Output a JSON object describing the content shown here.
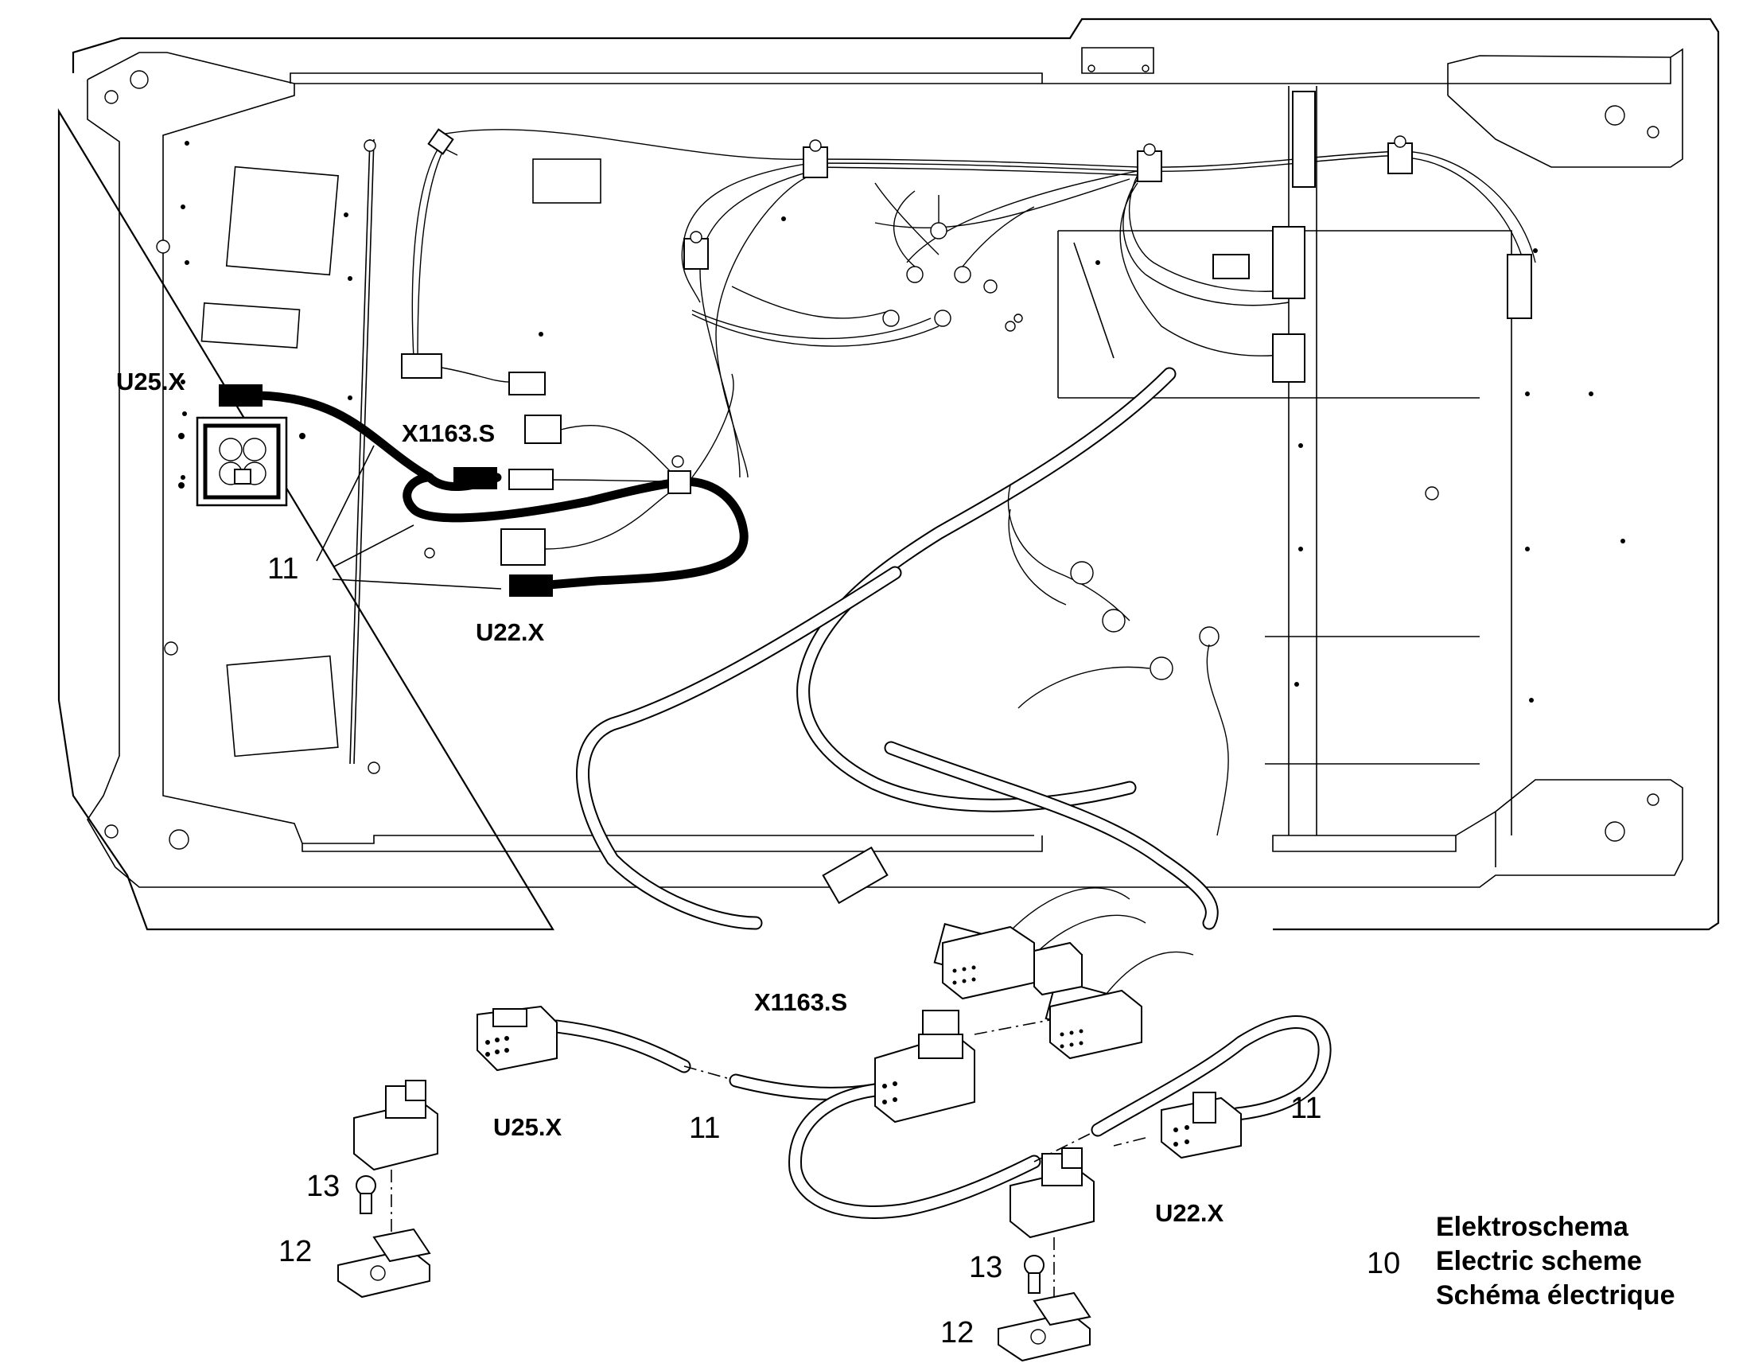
{
  "labels": {
    "u25_top": "U25.X",
    "x1163_top": "X1163.S",
    "u22_top": "U22.X",
    "item11_top": "11",
    "x1163_bottom": "X1163.S",
    "u25_bottom": "U25.X",
    "item11_mid": "11",
    "item11_right": "11",
    "u22_bottom": "U22.X",
    "item13_left": "13",
    "item12_left": "12",
    "item13_right": "13",
    "item12_right": "12"
  },
  "legend": {
    "number": "10",
    "line1": "Elektroschema",
    "line2": "Electric scheme",
    "line3": "Schéma électrique"
  },
  "colors": {
    "line": "#000000",
    "background": "#ffffff"
  }
}
